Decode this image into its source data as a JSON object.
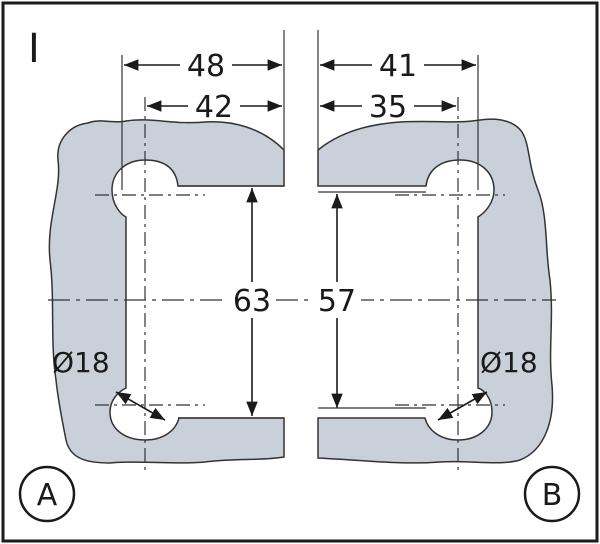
{
  "panel_label": "I",
  "colors": {
    "fill": "#c9d0da",
    "stroke": "#333333",
    "frame": "#1a1a1a",
    "cutout": "#ffffff"
  },
  "dimensions": {
    "a_outer_width": "48",
    "a_inner_width": "42",
    "b_outer_width": "41",
    "b_inner_width": "35",
    "a_height": "63",
    "b_height": "57",
    "a_hole_diameter": "Ø18",
    "b_hole_diameter": "Ø18"
  },
  "side_labels": {
    "left": "A",
    "right": "B"
  }
}
